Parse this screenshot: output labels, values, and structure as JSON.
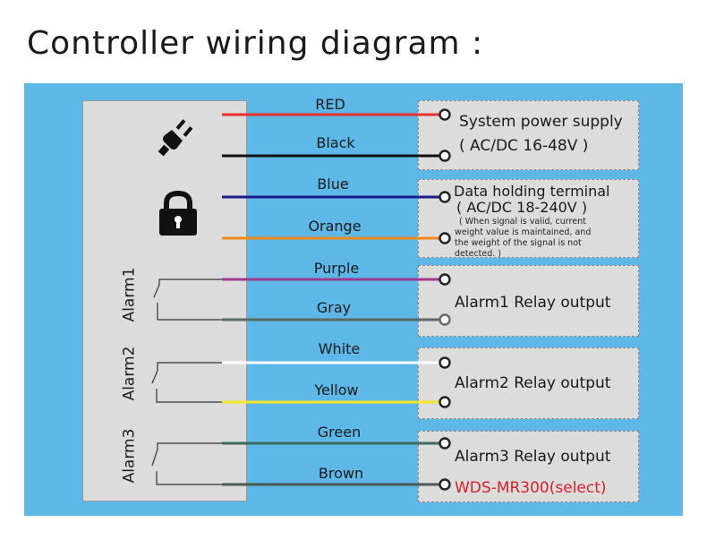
{
  "title": "Controller wiring diagram :",
  "wires": [
    {
      "name": "RED",
      "color": "#e8312e"
    },
    {
      "name": "Black",
      "color": "#111111"
    },
    {
      "name": "Blue",
      "color": "#1c1c8a"
    },
    {
      "name": "Orange",
      "color": "#f08a1e"
    },
    {
      "name": "Purple",
      "color": "#9b3a8f"
    },
    {
      "name": "Gray",
      "color": "#5a6a62"
    },
    {
      "name": "White",
      "color": "#ffffff"
    },
    {
      "name": "Yellow",
      "color": "#f5e82a"
    },
    {
      "name": "Green",
      "color": "#3d6b5a"
    },
    {
      "name": "Brown",
      "color": "#4a5a50"
    }
  ],
  "alarms": [
    "Alarm1",
    "Alarm2",
    "Alarm3"
  ],
  "icons": [
    "power-plug-icon",
    "padlock-icon"
  ],
  "outputs": {
    "power_line1": "System power supply",
    "power_line2": "( AC/DC 16-48V )",
    "hold_line1": "Data holding terminal",
    "hold_line2": "( AC/DC 18-240V )",
    "hold_note1": "( When signal is valid,  current",
    "hold_note2": "weight value is maintained, and",
    "hold_note3": "the weight of the signal is not",
    "hold_note4": "detected. )",
    "alarm1": "Alarm1 Relay output",
    "alarm2": "Alarm2 Relay output",
    "alarm3": "Alarm3 Relay output",
    "select": "WDS-MR300(select)"
  },
  "colors": {
    "panel": "#5db8e8",
    "box": "#dcdcdc",
    "accent_red": "#d81f26"
  }
}
